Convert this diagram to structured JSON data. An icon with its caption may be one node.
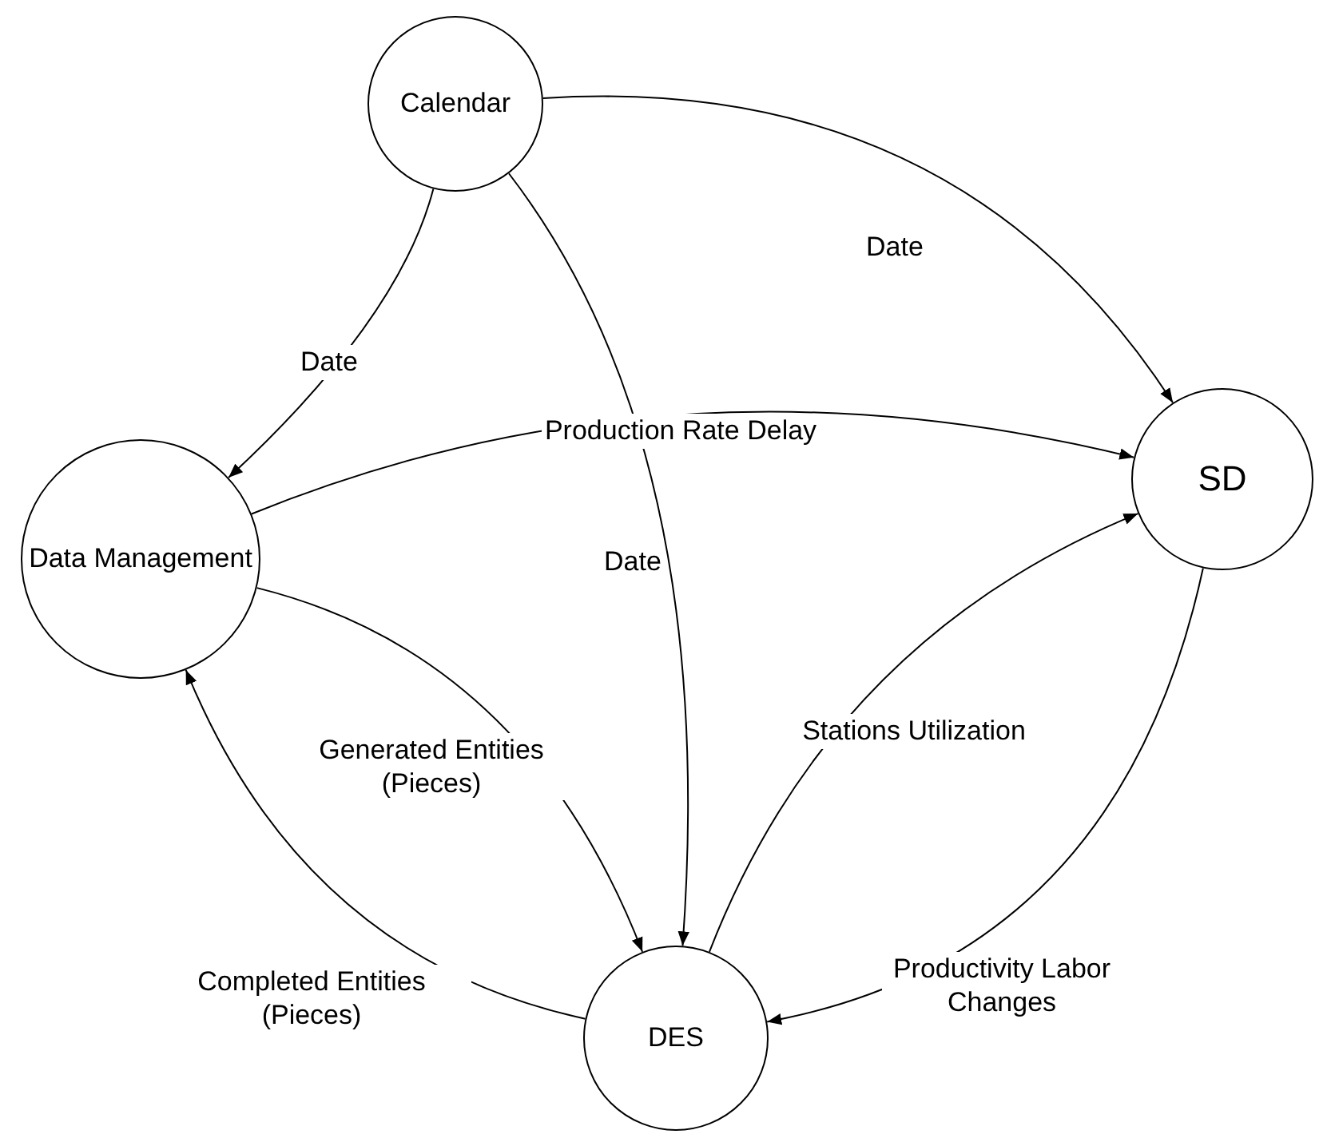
{
  "diagram": {
    "nodes": [
      {
        "text": [
          "Calendar"
        ]
      },
      {
        "text": [
          "SD"
        ]
      },
      {
        "text": [
          "Data Management"
        ]
      },
      {
        "text": [
          "DES"
        ]
      }
    ],
    "edges": [
      {
        "from": 0,
        "to": 1,
        "arrow": "to",
        "label": "Date"
      },
      {
        "from": 0,
        "to": 2,
        "arrow": "to",
        "label": "Date"
      },
      {
        "from": 0,
        "to": 3,
        "arrow": "to",
        "label": "Date"
      },
      {
        "from": 2,
        "to": 1,
        "arrow": "to",
        "label": "Production Rate Delay"
      },
      {
        "from": 2,
        "to": 3,
        "arrow": "to",
        "label": "Generated Entities (Pieces)"
      },
      {
        "from": 3,
        "to": 2,
        "arrow": "to",
        "label": "Completed Entities (Pieces)"
      },
      {
        "from": 3,
        "to": 1,
        "arrow": "to",
        "label": "Stations Utilization"
      },
      {
        "from": 1,
        "to": 3,
        "arrow": "to",
        "label": "Productivity Labor Changes"
      }
    ]
  }
}
